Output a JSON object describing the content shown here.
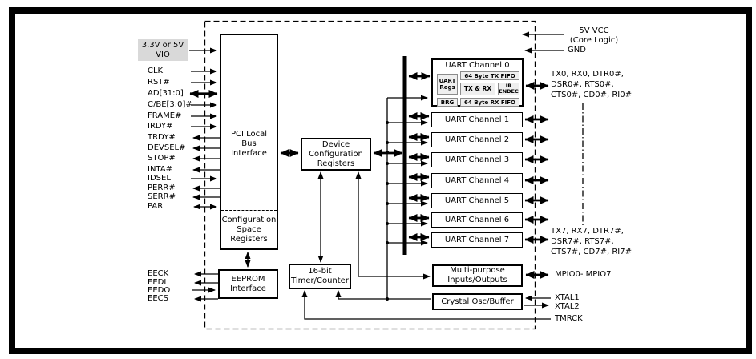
{
  "pins": {
    "vio": {
      "line1": "3.3V or 5V",
      "line2": "VIO"
    },
    "left": [
      "CLK",
      "RST#",
      "AD[31:0]",
      "C/BE[3:0]#",
      "FRAME#",
      "IRDY#",
      "TRDY#",
      "DEVSEL#",
      "STOP#",
      "INTA#",
      "IDSEL",
      "PERR#",
      "SERR#",
      "PAR"
    ],
    "eeprom": [
      "EECK",
      "EEDI",
      "EEDO",
      "EECS"
    ]
  },
  "blocks": {
    "pci": {
      "line1": "PCI Local",
      "line2": "Bus",
      "line3": "Interface"
    },
    "csr": {
      "line1": "Configuration",
      "line2": "Space",
      "line3": "Registers"
    },
    "dcr": {
      "line1": "Device",
      "line2": "Configuration",
      "line3": "Registers"
    },
    "eeprom": {
      "line1": "EEPROM",
      "line2": "Interface"
    },
    "timer": {
      "line1": "16-bit",
      "line2": "Timer/Counter"
    },
    "mpio": {
      "line1": "Multi-purpose",
      "line2": "Inputs/Outputs"
    },
    "crystal": {
      "label": "Crystal Osc/Buffer"
    }
  },
  "uart": {
    "ch0": {
      "title": "UART Channel 0",
      "regs_line1": "UART",
      "regs_line2": "Regs",
      "brg": "BRG",
      "tx_fifo": "64 Byte TX FIFO",
      "txrx": "TX & RX",
      "ir_line1": "IR",
      "ir_line2": "ENDEC",
      "rx_fifo": "64 Byte RX FIFO"
    },
    "channels": [
      "UART Channel 1",
      "UART Channel 2",
      "UART Channel 3",
      "UART Channel 4",
      "UART Channel 5",
      "UART Channel 6",
      "UART Channel 7"
    ]
  },
  "right": {
    "vcc_line1": "5V VCC",
    "vcc_line2": "(Core Logic)",
    "gnd": "GND",
    "ch0_sig": [
      "TX0, RX0, DTR0#,",
      "DSR0#, RTS0#,",
      "CTS0#, CD0#, RI0#"
    ],
    "ch7_sig": [
      "TX7, RX7, DTR7#,",
      "DSR7#, RTS7#,",
      "CTS7#, CD7#, RI7#"
    ],
    "mpio": "MPIO0- MPIO7",
    "xtal1": "XTAL1",
    "xtal2": "XTAL2",
    "tmrck": "TMRCK"
  },
  "colors": {
    "line": "#000000",
    "vio_bg": "#d9d9d9",
    "subbox_bg": "#efefef",
    "subbox_border": "#8c8c8c"
  }
}
